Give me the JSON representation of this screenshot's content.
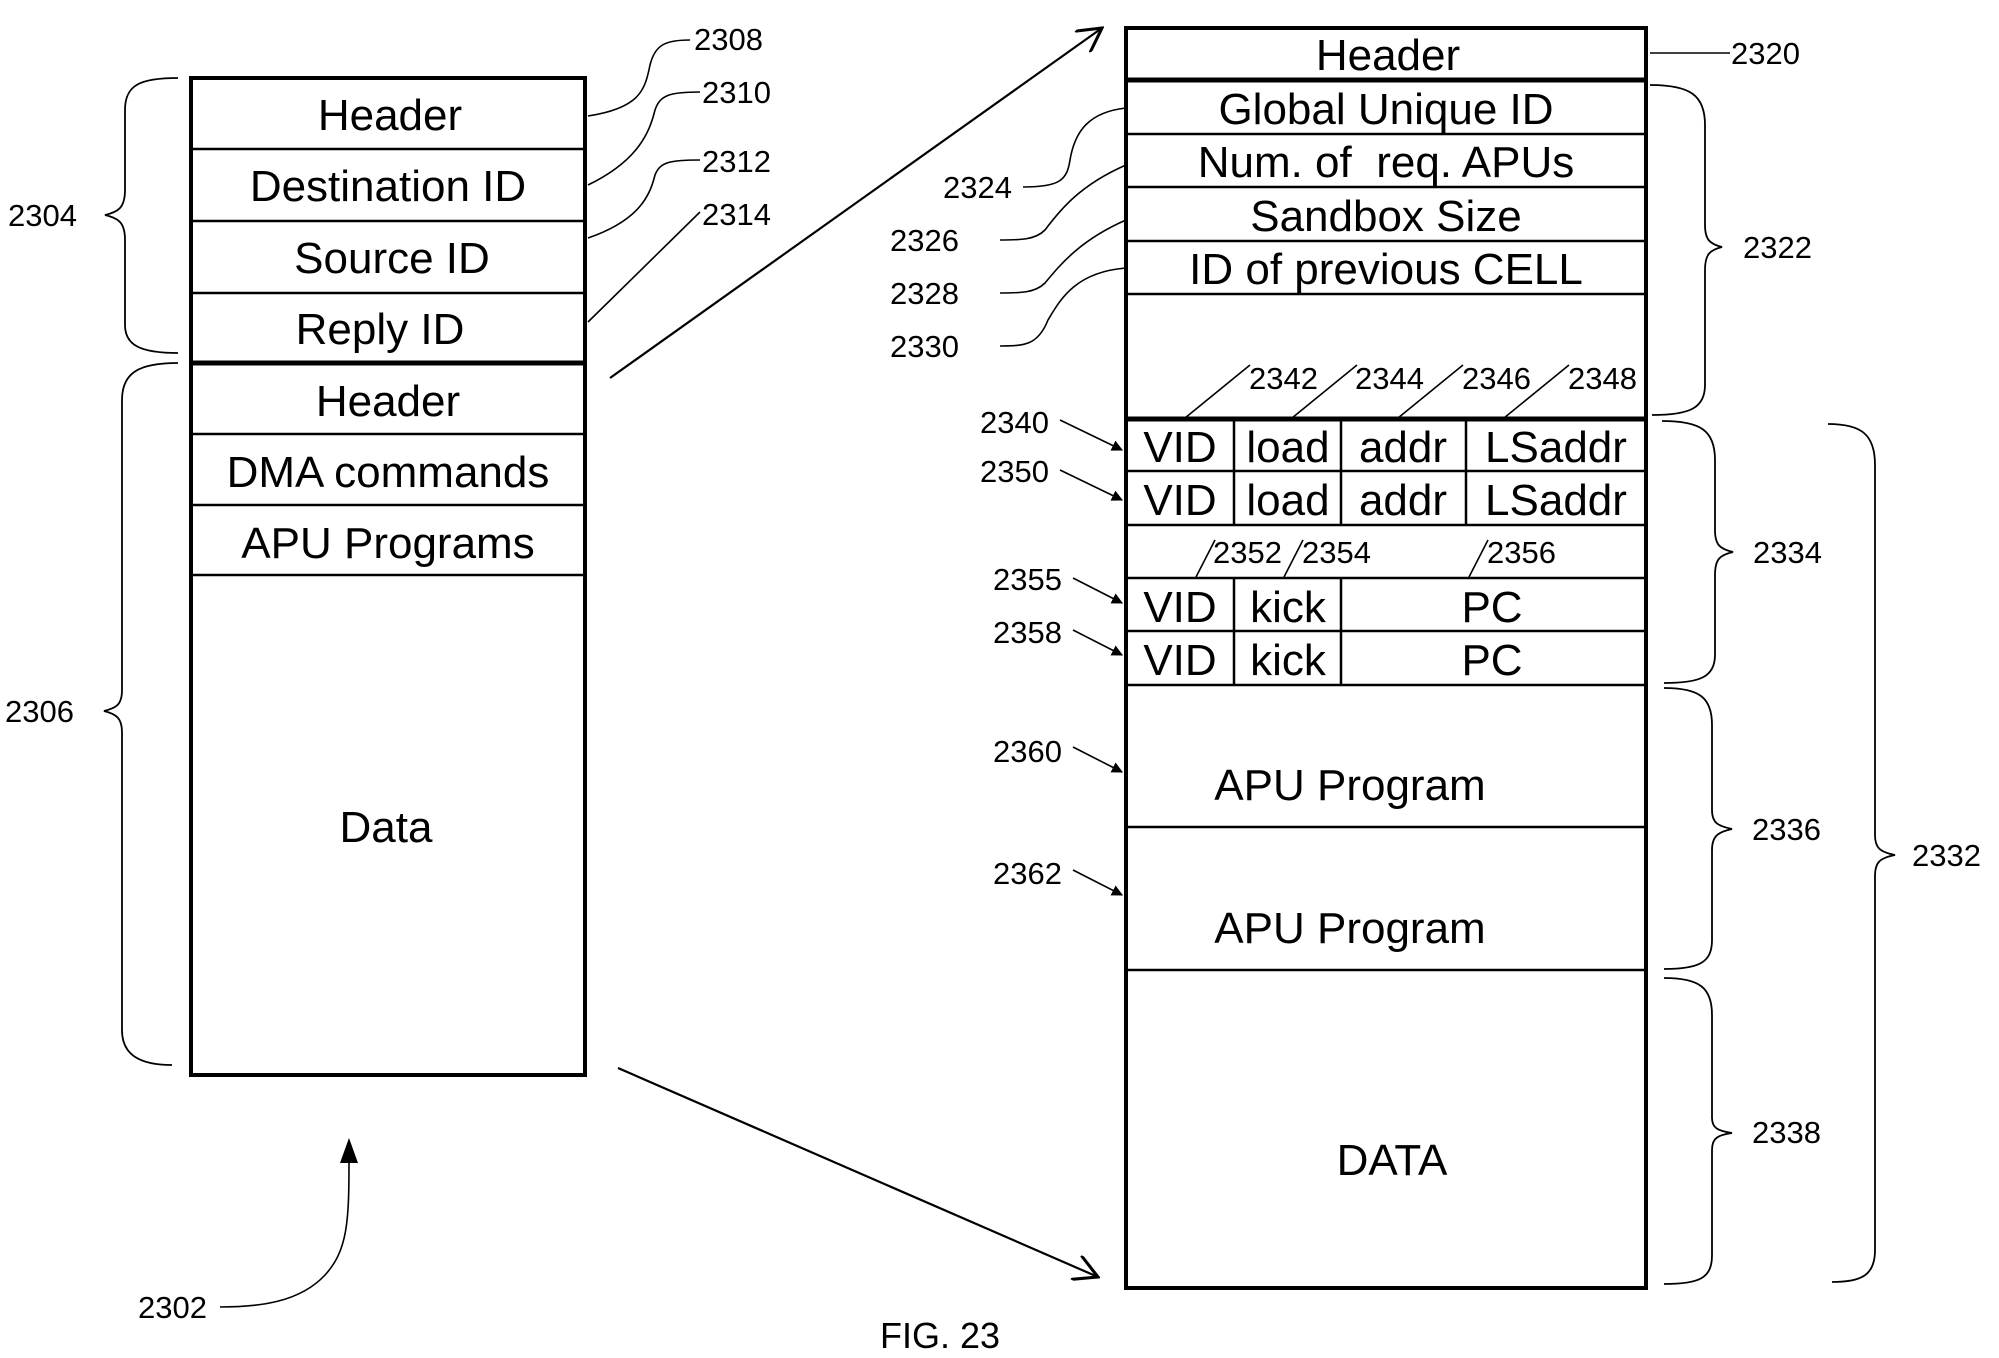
{
  "figure": {
    "caption": "FIG. 23",
    "cell_ref": "2302"
  },
  "left_cell": {
    "routing_brace_ref": "2304",
    "body_brace_ref": "2306",
    "fields": [
      {
        "label": "Header",
        "ref": "2308"
      },
      {
        "label": "Destination ID",
        "ref": "2310"
      },
      {
        "label": "Source ID",
        "ref": "2312"
      },
      {
        "label": "Reply ID",
        "ref": "2314"
      },
      {
        "label": "Header",
        "ref": ""
      },
      {
        "label": "DMA commands",
        "ref": ""
      },
      {
        "label": "APU Programs",
        "ref": ""
      },
      {
        "label": "Data",
        "ref": ""
      }
    ]
  },
  "right_cell": {
    "header": {
      "label": "Header",
      "ref": "2320"
    },
    "header_brace_ref": "2322",
    "header_fields": [
      {
        "label": "Global Unique ID",
        "ref": "2324"
      },
      {
        "label": "Num. of  req. APUs",
        "ref": "2326"
      },
      {
        "label": "Sandbox Size",
        "ref": "2328"
      },
      {
        "label": "ID of previous CELL",
        "ref": "2330"
      }
    ],
    "dma_column_refs": [
      "2342",
      "2344",
      "2346",
      "2348"
    ],
    "dma_rows": [
      {
        "ref": "2340",
        "cells": [
          "VID",
          "load",
          "addr",
          "LSaddr"
        ]
      },
      {
        "ref": "2350",
        "cells": [
          "VID",
          "load",
          "addr",
          "LSaddr"
        ]
      }
    ],
    "kick_column_refs": [
      "2352",
      "2354",
      "2356"
    ],
    "kick_rows": [
      {
        "ref": "2355",
        "cells": [
          "VID",
          "kick",
          "PC"
        ]
      },
      {
        "ref": "2358",
        "cells": [
          "VID",
          "kick",
          "PC"
        ]
      }
    ],
    "programs": [
      {
        "label": "APU Program",
        "ref": "2360"
      },
      {
        "label": "APU Program",
        "ref": "2362"
      }
    ],
    "data": {
      "label": "DATA"
    },
    "dma_brace_ref": "2334",
    "program_brace_ref": "2336",
    "data_brace_ref": "2338",
    "body_brace_ref": "2332"
  }
}
